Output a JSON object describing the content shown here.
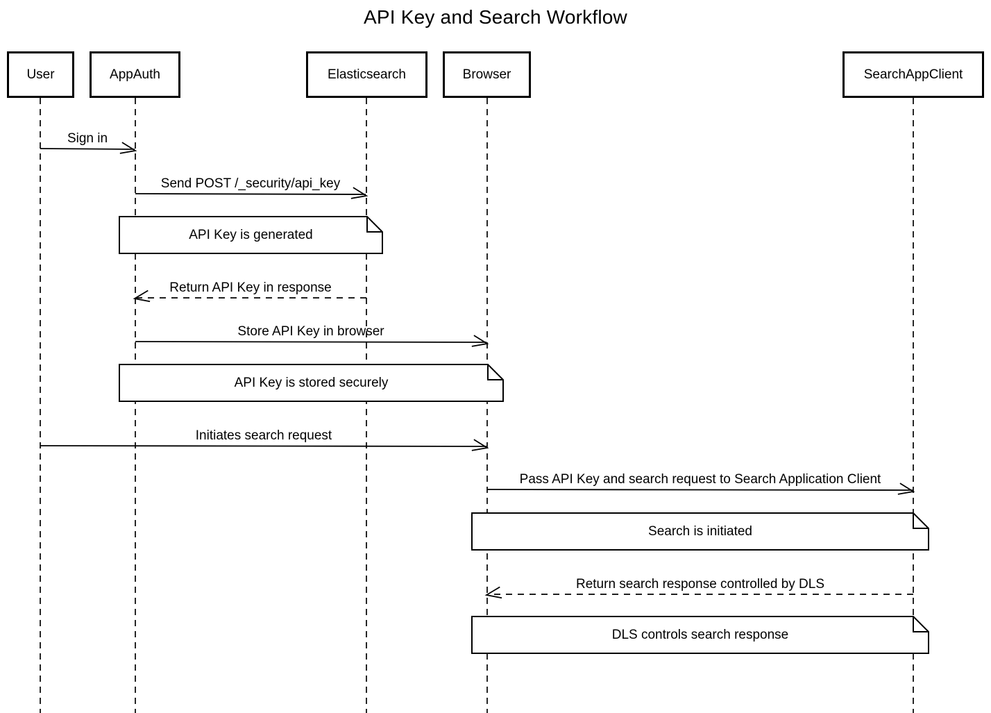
{
  "diagram_type": "sequence-diagram",
  "title": "API Key and Search Workflow",
  "actors": [
    {
      "id": "user",
      "label": "User"
    },
    {
      "id": "appauth",
      "label": "AppAuth"
    },
    {
      "id": "elasticsearch",
      "label": "Elasticsearch"
    },
    {
      "id": "browser",
      "label": "Browser"
    },
    {
      "id": "searchappclient",
      "label": "SearchAppClient"
    }
  ],
  "messages": [
    {
      "from": "User",
      "to": "AppAuth",
      "label": "Sign in",
      "line": "solid"
    },
    {
      "from": "AppAuth",
      "to": "Elasticsearch",
      "label": "Send POST /_security/api_key",
      "line": "solid"
    },
    {
      "from": "Elasticsearch",
      "to": "AppAuth",
      "label": "Return API Key in response",
      "line": "dashed"
    },
    {
      "from": "AppAuth",
      "to": "Browser",
      "label": "Store API Key in browser",
      "line": "solid"
    },
    {
      "from": "User",
      "to": "Browser",
      "label": "Initiates search request",
      "line": "solid"
    },
    {
      "from": "Browser",
      "to": "SearchAppClient",
      "label": "Pass API Key and search request to Search Application Client",
      "line": "solid"
    },
    {
      "from": "SearchAppClient",
      "to": "Browser",
      "label": "Return search response controlled by DLS",
      "line": "dashed"
    }
  ],
  "notes": [
    {
      "over": "AppAuth, Elasticsearch",
      "label": "API Key is generated"
    },
    {
      "over": "AppAuth, Browser",
      "label": "API Key is stored securely"
    },
    {
      "over": "Browser, SearchAppClient",
      "label": "Search is initiated"
    },
    {
      "over": "Browser, SearchAppClient",
      "label": "DLS controls search response"
    }
  ],
  "colors": {
    "stroke": "#000000",
    "text": "#000000",
    "background": "#ffffff",
    "actor_fill": "#ffffff",
    "note_fill": "#ffffff"
  }
}
